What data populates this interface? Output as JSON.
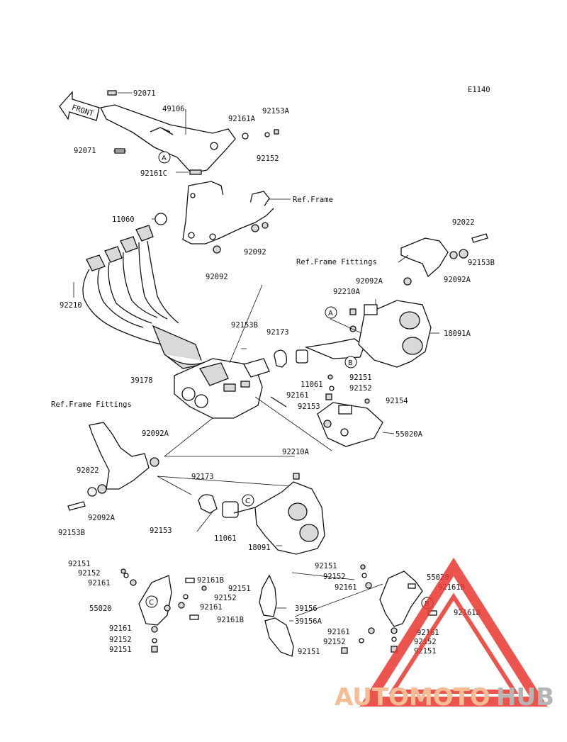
{
  "diagram_code": "E1140",
  "front_arrow_label": "FRONT",
  "watermark": {
    "auto": "AUTOMOTO",
    "hub": "HUB",
    "triangle_color": "#e8382f",
    "auto_color": "#f4b183",
    "hub_color": "#a9a9a9"
  },
  "labels": {
    "p92071a": "92071",
    "p49106": "49106",
    "p92161a_top": "92161A",
    "p92153a": "92153A",
    "p92071b": "92071",
    "p92152_top": "92152",
    "p92161c": "92161C",
    "ref_frame": "Ref.Frame",
    "p11060": "11060",
    "p92092_r": "92092",
    "p92092_l": "92092",
    "p92022_r": "92022",
    "p92153b_r": "92153B",
    "ref_frame_fittings_r": "Ref.Frame Fittings",
    "p92092a_r1": "92092A",
    "p92092a_r2": "92092A",
    "p92210": "92210",
    "p92210a_top": "92210A",
    "p18091a": "18091A",
    "p92153b_mid": "92153B",
    "p92173_top": "92173",
    "p39178": "39178",
    "p11061_top": "11061",
    "p92151_mid": "92151",
    "p92152_mid": "92152",
    "p92161_mid": "92161",
    "p92153_mid": "92153",
    "p92154": "92154",
    "ref_frame_fittings_l": "Ref.Frame Fittings",
    "p55020a": "55020A",
    "p92092a_l1": "92092A",
    "p92210a_low": "92210A",
    "p92022_l": "92022",
    "p92173_low": "92173",
    "p92092a_l2": "92092A",
    "p92153b_l": "92153B",
    "p92153_low": "92153",
    "p11061_low": "11061",
    "p18091": "18091",
    "bl_92151": "92151",
    "bl_92152": "92152",
    "bl_92161": "92161",
    "bl_92161b": "92161B",
    "bl_92151b": "92151",
    "bl_92152b": "92152",
    "bl_92161c": "92161",
    "bl_55020": "55020",
    "bl_92161b2": "92161B",
    "bl_92161d": "92161",
    "bl_92152d": "92152",
    "bl_92151d": "92151",
    "br_92151": "92151",
    "br_92152": "92152",
    "br_92161": "92161",
    "br_55020": "55020",
    "br_92161b": "92161B",
    "br_39156": "39156",
    "br_39156a": "39156A",
    "br_92161b2": "92161B",
    "br_92161c": "92161",
    "br_92161d": "92161",
    "br_92152c": "92152",
    "br_92152d": "92152",
    "br_92151c": "92151",
    "br_92151d": "92151"
  },
  "circles": {
    "a1": "A",
    "a2": "A",
    "b1": "B",
    "b2": "B",
    "c1": "C",
    "c2": "C"
  }
}
